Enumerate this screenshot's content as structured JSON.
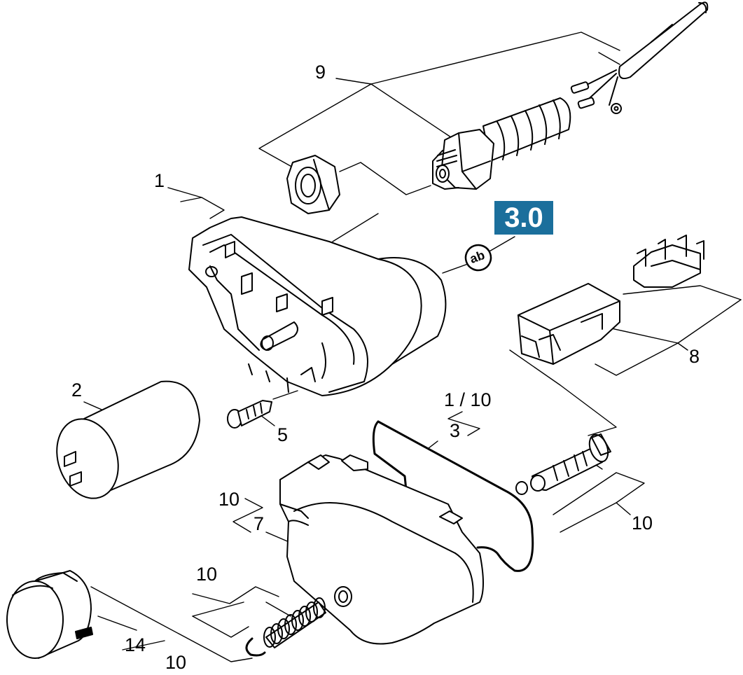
{
  "badge": {
    "text": "3.0",
    "color": "#1b6f9c"
  },
  "symbol": {
    "text": "ab"
  },
  "labels": {
    "l9": "9",
    "l1": "1",
    "l2": "2",
    "l5": "5",
    "l8": "8",
    "l1_10": "1 / 10",
    "l3": "3",
    "l10_right": "10",
    "l10_left": "10",
    "l7": "7",
    "l10_spring": "10",
    "l14": "14",
    "l10_bottom": "10"
  }
}
